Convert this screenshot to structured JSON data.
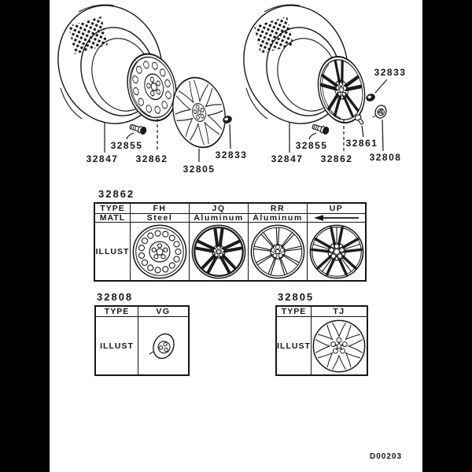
{
  "page": {
    "background": "#ffffff",
    "ink": "#161616",
    "footer_code": "D00203"
  },
  "callouts": {
    "left_assembly": {
      "tire": "32847",
      "wheel": "32862",
      "bolt": "32855",
      "wheel_cover": "32805",
      "nut": "32833"
    },
    "right_assembly": {
      "tire": "32847",
      "wheel": "32862",
      "bolt": "32855",
      "valve": "32861",
      "nut": "32833",
      "center_cap": "32808"
    }
  },
  "wheel_table": {
    "title": "32862",
    "headers": {
      "type": "TYPE",
      "matl": "MATL",
      "illust": "ILLUST"
    },
    "columns": [
      {
        "type": "FH",
        "matl": "Steel",
        "illust_icon": "steel-wheel"
      },
      {
        "type": "JQ",
        "matl": "Aluminum",
        "illust_icon": "five-twin-spoke-alloy-wheel"
      },
      {
        "type": "RR",
        "matl": "Aluminum",
        "illust_icon": "nine-spoke-alloy-wheel"
      },
      {
        "type": "UP",
        "matl_icon": "left-arrow-icon",
        "matl_same_as_left": true,
        "illust_icon": "five-split-spoke-alloy-wheel"
      }
    ]
  },
  "cap_table": {
    "title": "32808",
    "headers": {
      "type": "TYPE",
      "illust": "ILLUST"
    },
    "columns": [
      {
        "type": "VG",
        "illust_icon": "center-cap"
      }
    ]
  },
  "cover_table": {
    "title": "32805",
    "headers": {
      "type": "TYPE",
      "illust": "ILLUST"
    },
    "columns": [
      {
        "type": "TJ",
        "illust_icon": "wheel-cover"
      }
    ]
  }
}
